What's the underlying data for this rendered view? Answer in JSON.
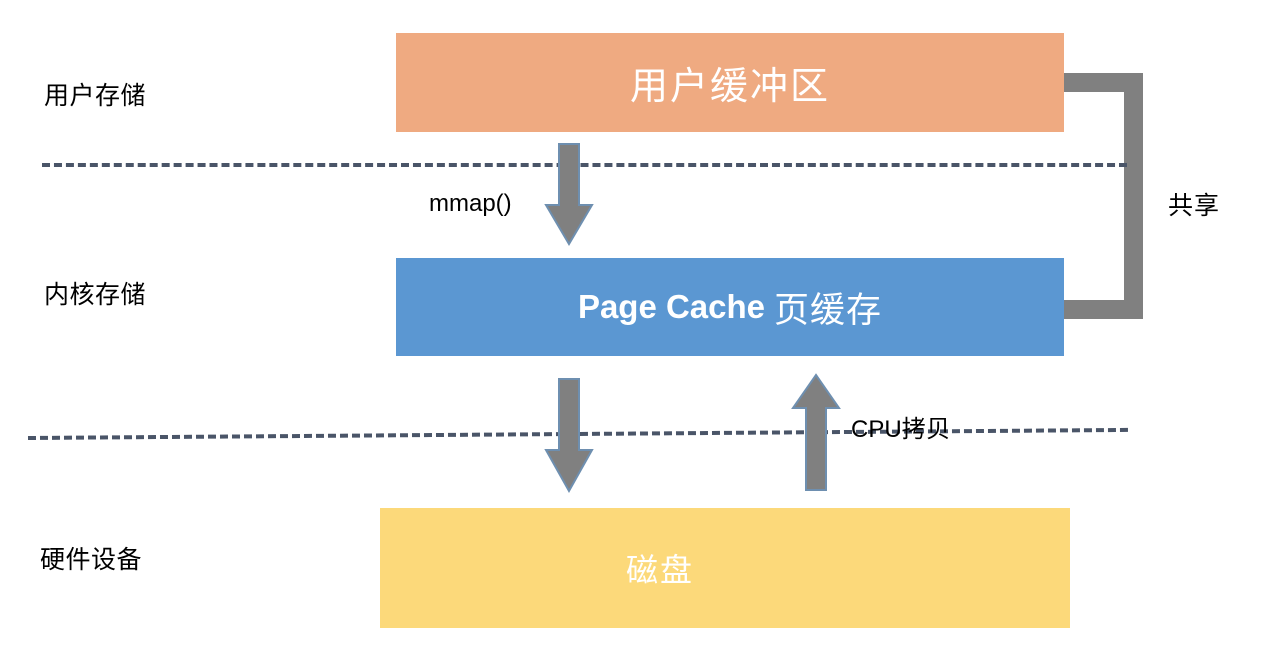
{
  "diagram": {
    "title": "mmap zero-copy data flow",
    "rows": [
      {
        "id": "user",
        "label": "用户存储"
      },
      {
        "id": "kernel",
        "label": "内核存储"
      },
      {
        "id": "hardware",
        "label": "硬件设备"
      }
    ],
    "blocks": [
      {
        "id": "user-buffer",
        "label": "用户缓冲区",
        "color": "#efaa81",
        "text_color": "#ffffff"
      },
      {
        "id": "page-cache",
        "label_en": "Page Cache",
        "label_cn": "页缓存",
        "color": "#5b97d2",
        "text_color": "#ffffff"
      },
      {
        "id": "disk",
        "label": "磁盘",
        "color": "#fcd97a",
        "text_color": "#ffffff"
      }
    ],
    "arrows": [
      {
        "id": "mmap",
        "caption": "mmap()",
        "direction": "down",
        "fill": "#808080",
        "stroke": "#6e8fb0"
      },
      {
        "id": "cache-disk",
        "caption": "",
        "direction": "down",
        "fill": "#808080",
        "stroke": "#6e8fb0"
      },
      {
        "id": "disk-cache",
        "caption_en": "CPU",
        "caption_cn": "拷贝",
        "direction": "up",
        "fill": "#808080",
        "stroke": "#6e8fb0"
      }
    ],
    "bracket": {
      "id": "shared-bracket",
      "label": "共享",
      "color": "#808080"
    },
    "dividers": [
      {
        "id": "divider-user-kernel",
        "color": "#4a5568",
        "style": "dashed"
      },
      {
        "id": "divider-kernel-hardware",
        "color": "#4a5568",
        "style": "dashed"
      }
    ]
  }
}
